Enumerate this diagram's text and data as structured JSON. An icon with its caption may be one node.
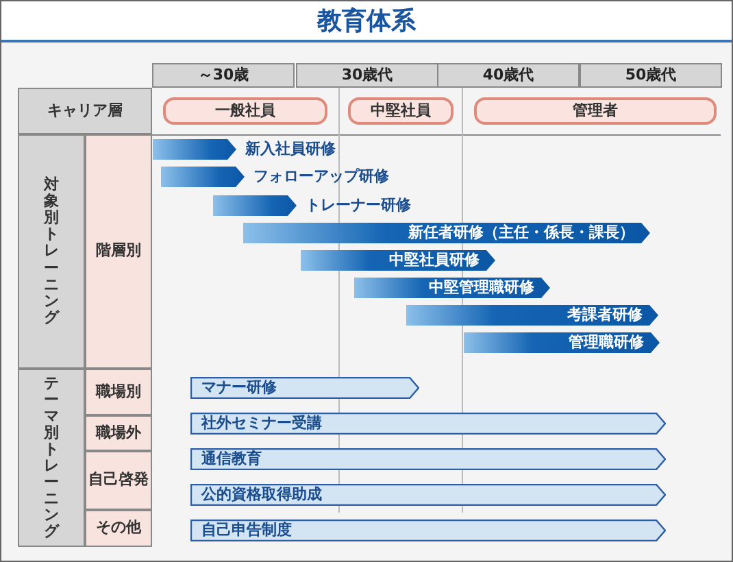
{
  "diagram": {
    "title": "教育体系",
    "nodes": [
      {
        "text": [
          "キャリア層"
        ]
      },
      {
        "text": [
          "一般社員"
        ]
      },
      {
        "text": [
          "中堅社員"
        ]
      },
      {
        "text": [
          "管理者"
        ]
      },
      {
        "text": [
          "対象別トレーニング"
        ]
      },
      {
        "text": [
          "階層別"
        ]
      },
      {
        "text": [],
        "shape": "bar",
        "beside": [
          "新入社員研修"
        ]
      },
      {
        "text": [],
        "shape": "bar",
        "beside": [
          "フォローアップ研修"
        ]
      },
      {
        "text": [],
        "shape": "bar",
        "beside": [
          "トレーナー研修"
        ]
      },
      {
        "text": [
          "新任者研修（主任・係長・課長）"
        ]
      },
      {
        "text": [
          "中堅社員研修"
        ]
      },
      {
        "text": [
          "中堅管理職研修"
        ]
      },
      {
        "text": [
          "考課者研修"
        ]
      },
      {
        "text": [
          "管理職研修"
        ]
      },
      {
        "text": [
          "テーマ別トレーニング"
        ]
      },
      {
        "text": [
          "職場別"
        ]
      },
      {
        "text": [
          "マナー研修"
        ]
      },
      {
        "text": [
          "職場外"
        ]
      },
      {
        "text": [
          "社外セミナー受講"
        ]
      },
      {
        "text": [
          "自己啓発"
        ]
      },
      {
        "text": [
          "通信教育"
        ]
      },
      {
        "text": [
          "公的資格取得助成"
        ]
      },
      {
        "text": [
          "その他"
        ]
      },
      {
        "text": [
          "自己申告制度"
        ]
      }
    ],
    "labels": [
      "～30歳",
      "30歳代",
      "40歳代",
      "50歳代"
    ]
  }
}
